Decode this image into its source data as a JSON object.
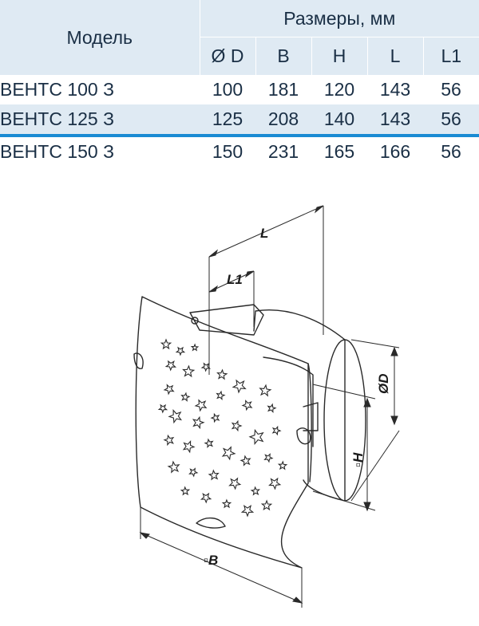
{
  "table": {
    "model_header": "Модель",
    "sizes_header": "Размеры, мм",
    "columns": [
      "Ø D",
      "B",
      "H",
      "L",
      "L1"
    ],
    "rows": [
      {
        "model": "ВЕНТС 100 З",
        "values": [
          "100",
          "181",
          "120",
          "143",
          "56"
        ]
      },
      {
        "model": "ВЕНТС 125 З",
        "values": [
          "125",
          "208",
          "140",
          "143",
          "56"
        ]
      },
      {
        "model": "ВЕНТС 150 З",
        "values": [
          "150",
          "231",
          "165",
          "166",
          "56"
        ]
      }
    ]
  },
  "drawing": {
    "label_L": "L",
    "label_L1": "L1",
    "label_D": "ØD",
    "label_H": "▫H",
    "label_B": "▫B"
  },
  "colors": {
    "header_bg": "#dfeaf3",
    "separator": "#1a8bd3",
    "text": "#1a2f45"
  }
}
